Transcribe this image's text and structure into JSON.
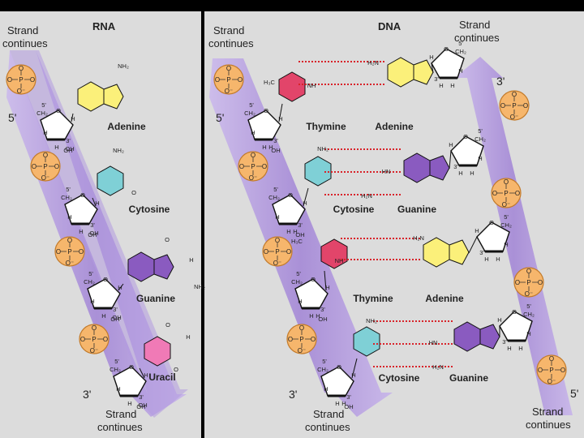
{
  "rna": {
    "title": "RNA",
    "strand_top": [
      "Strand",
      "continues"
    ],
    "strand_bottom": [
      "Strand",
      "continues"
    ],
    "end5": "5'",
    "end3": "3'",
    "bases": [
      "Adenine",
      "Cytosine",
      "Guanine",
      "Uracil"
    ]
  },
  "dna": {
    "title": "DNA",
    "left_strand_top": [
      "Strand",
      "continues"
    ],
    "left_strand_bottom": [
      "Strand",
      "continues"
    ],
    "right_strand_top": [
      "Strand",
      "continues"
    ],
    "right_strand_bottom": [
      "Strand",
      "continues"
    ],
    "left_end5": "5'",
    "left_end3": "3'",
    "right_end3": "3'",
    "right_end5": "5'",
    "pairs": [
      [
        "Thymine",
        "Adenine"
      ],
      [
        "Cytosine",
        "Guanine"
      ],
      [
        "Thymine",
        "Adenine"
      ],
      [
        "Cytosine",
        "Guanine"
      ]
    ]
  },
  "phosphate": {
    "p": "P",
    "o": "O",
    "ominus": "O⁻"
  },
  "sugar": {
    "c5": "5'",
    "c3": "3'",
    "ch2": "CH₂",
    "oh": "OH",
    "h": "H",
    "o": "O"
  },
  "groups": {
    "nh2": "NH₂",
    "nh": "NH",
    "hn": "HN",
    "h2n": "H₂N",
    "n": "N",
    "h3c": "H₃C",
    "o": "O",
    "h": "H"
  },
  "colors": {
    "background": "#dcdcdc",
    "ribbon": "#a98fd6",
    "phosphate": "#f6b66c",
    "adenine": "#fbf07a",
    "cytosine": "#7fd0d6",
    "guanine": "#8a5bc0",
    "thymine": "#e2456a",
    "uracil": "#f07ab6",
    "hbond": "#d8232a"
  }
}
